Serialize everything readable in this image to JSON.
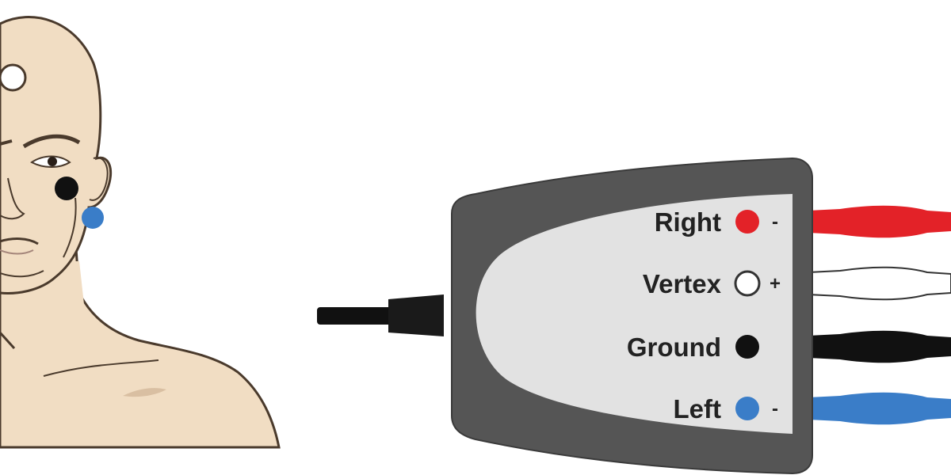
{
  "channels": [
    {
      "id": "right",
      "label": "Right",
      "sign": "-",
      "color": "#e32228"
    },
    {
      "id": "vertex",
      "label": "Vertex",
      "sign": "+",
      "color": "#ffffff"
    },
    {
      "id": "ground",
      "label": "Ground",
      "sign": "",
      "color": "#111111"
    },
    {
      "id": "left",
      "label": "Left",
      "sign": "-",
      "color": "#3a7dc8"
    }
  ],
  "colors": {
    "skin": "#f1ddc3",
    "outline": "#4a3a2c",
    "box_body": "#555555",
    "box_face": "#e2e2e2",
    "cable": "#111111"
  },
  "head_electrodes": [
    {
      "id": "vertex",
      "color": "#ffffff"
    },
    {
      "id": "ground",
      "color": "#111111"
    },
    {
      "id": "left",
      "color": "#3a7dc8"
    }
  ]
}
